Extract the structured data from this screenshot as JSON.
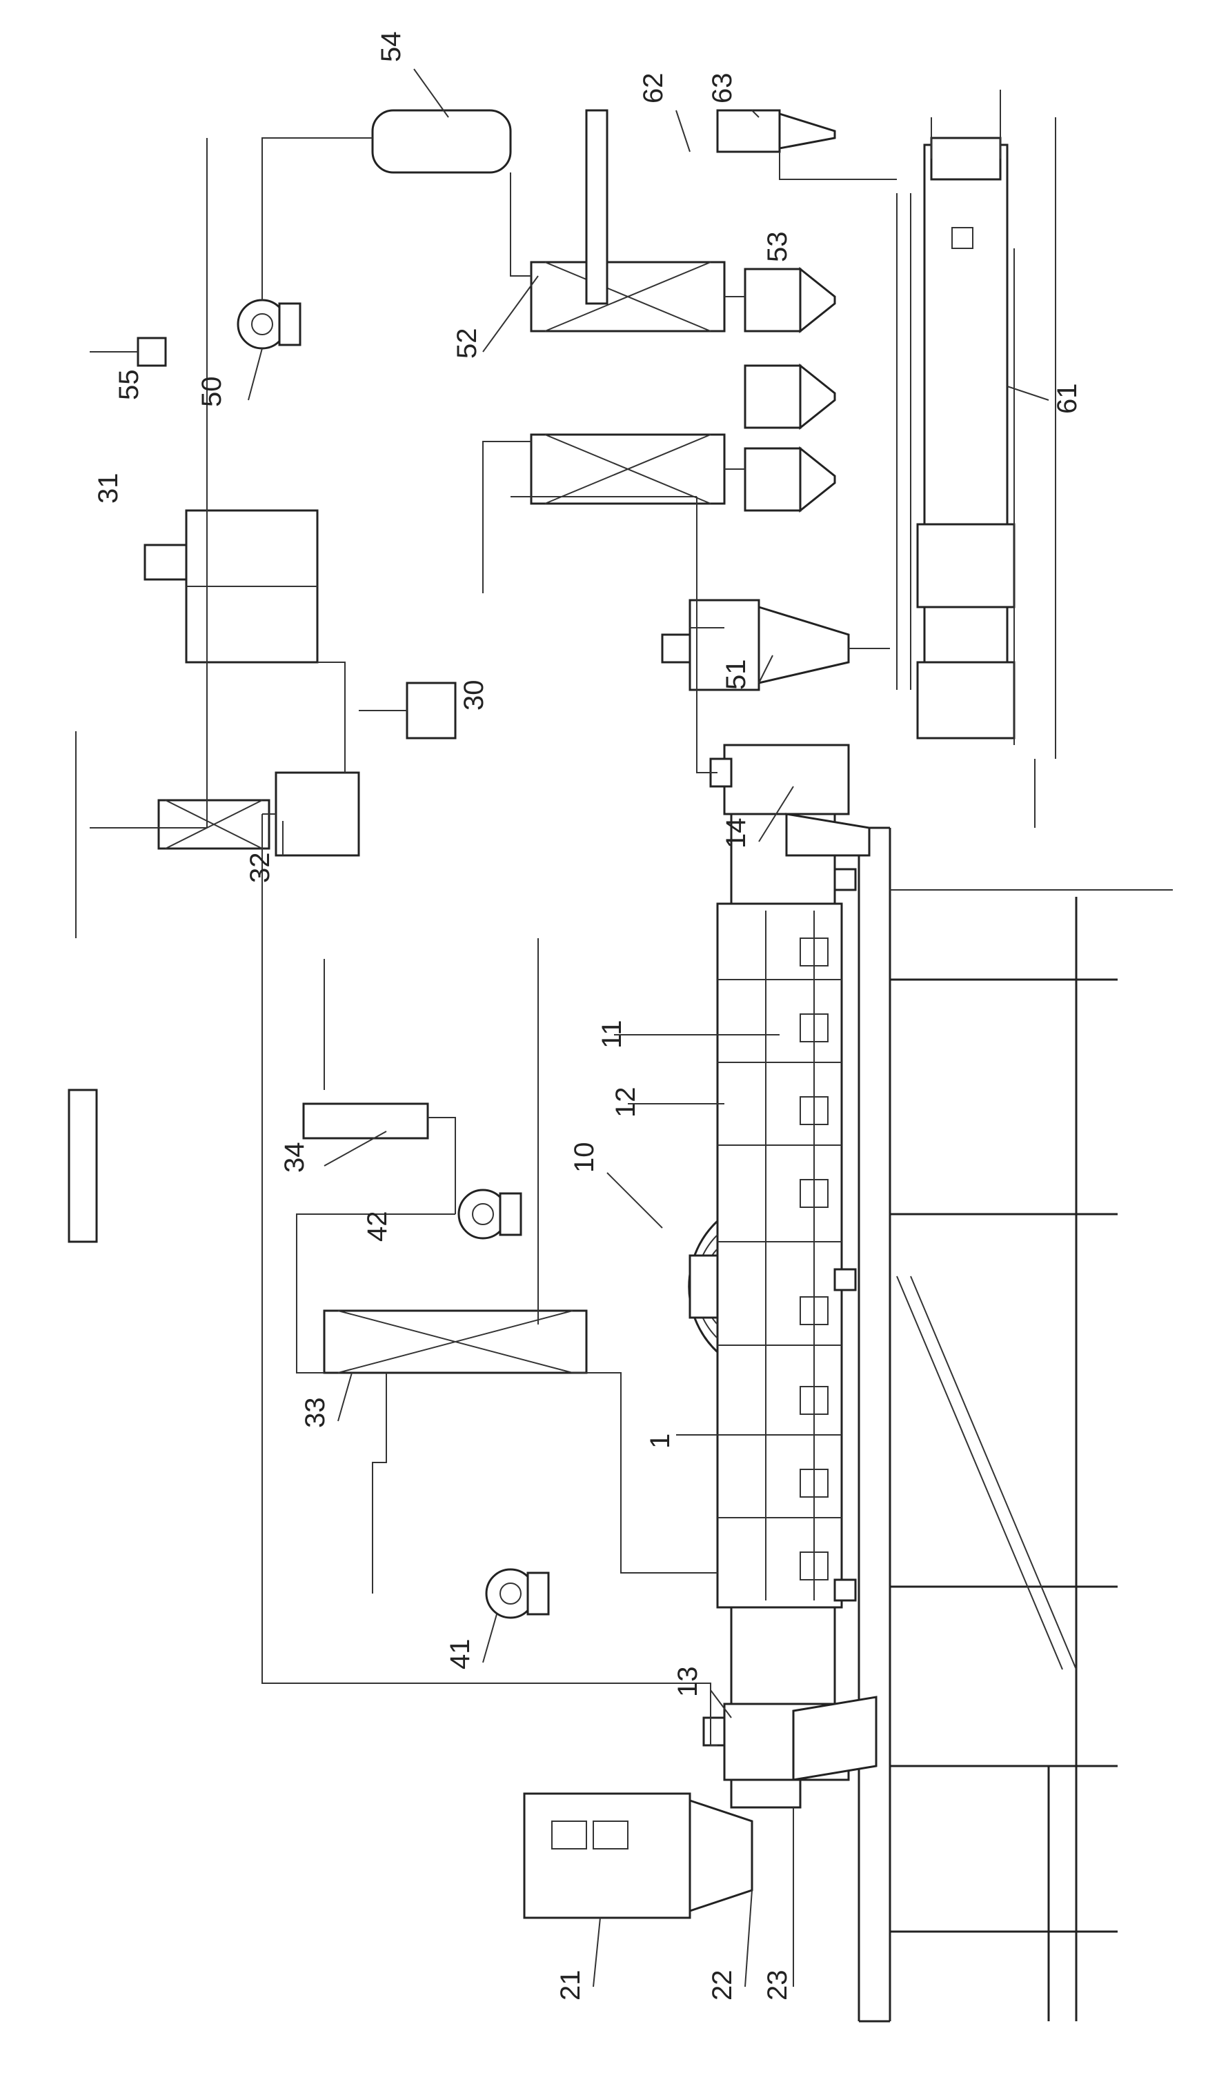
{
  "labels": [
    {
      "id": "l54",
      "text": "54"
    },
    {
      "id": "l62",
      "text": "62"
    },
    {
      "id": "l63",
      "text": "63"
    },
    {
      "id": "l53",
      "text": "53"
    },
    {
      "id": "l52",
      "text": "52"
    },
    {
      "id": "l55",
      "text": "55"
    },
    {
      "id": "l50",
      "text": "50"
    },
    {
      "id": "l61",
      "text": "61"
    },
    {
      "id": "l31",
      "text": "31"
    },
    {
      "id": "l51",
      "text": "51"
    },
    {
      "id": "l30",
      "text": "30"
    },
    {
      "id": "l32",
      "text": "32"
    },
    {
      "id": "l14",
      "text": "14"
    },
    {
      "id": "l11",
      "text": "11"
    },
    {
      "id": "l12",
      "text": "12"
    },
    {
      "id": "l10",
      "text": "10"
    },
    {
      "id": "l34",
      "text": "34"
    },
    {
      "id": "l42",
      "text": "42"
    },
    {
      "id": "l1",
      "text": "1"
    },
    {
      "id": "l33",
      "text": "33"
    },
    {
      "id": "l41",
      "text": "41"
    },
    {
      "id": "l13",
      "text": "13"
    },
    {
      "id": "l21",
      "text": "21"
    },
    {
      "id": "l22",
      "text": "22"
    },
    {
      "id": "l23",
      "text": "23"
    }
  ]
}
